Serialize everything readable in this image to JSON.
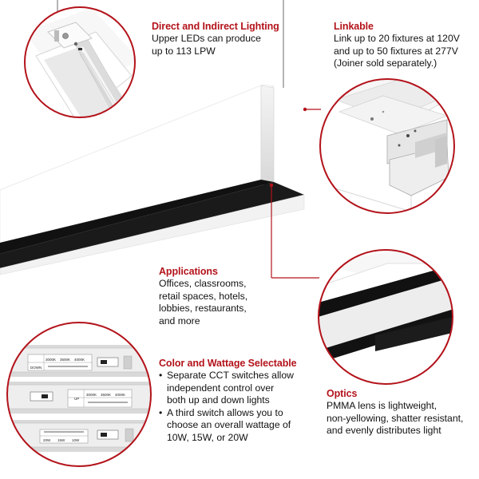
{
  "features": {
    "direct_indirect": {
      "title": "Direct and Indirect Lighting",
      "body": [
        "Upper LEDs can produce",
        "up to 113 LPW"
      ]
    },
    "linkable": {
      "title": "Linkable",
      "body": [
        "Link up to 20 fixtures at 120V",
        "and up to 50 fixtures at 277V",
        "(Joiner sold separately.)"
      ]
    },
    "applications": {
      "title": "Applications",
      "body": [
        "Offices, classrooms,",
        "retail spaces, hotels,",
        "lobbies, restaurants,",
        "and more"
      ]
    },
    "color_wattage": {
      "title": "Color and Wattage Selectable",
      "bullets": [
        [
          "Separate CCT switches allow",
          "independent control over",
          "both up and down lights"
        ],
        [
          "A third switch allows you to",
          "choose an overall wattage of",
          "10W, 15W, or 20W"
        ]
      ]
    },
    "optics": {
      "title": "Optics",
      "body": [
        "PMMA lens is lightweight,",
        "non-yellowing, shatter resistant,",
        "and evenly distributes light"
      ]
    }
  },
  "switch_labels": {
    "down": "DOWN",
    "up": "UP",
    "cct": [
      "3000K",
      "3500K",
      "4000K"
    ],
    "watts": [
      "20W",
      "15W",
      "10W"
    ]
  },
  "colors": {
    "accent": "#b3131b",
    "fixture_body": "#ffffff",
    "fixture_lens": "#111111"
  }
}
